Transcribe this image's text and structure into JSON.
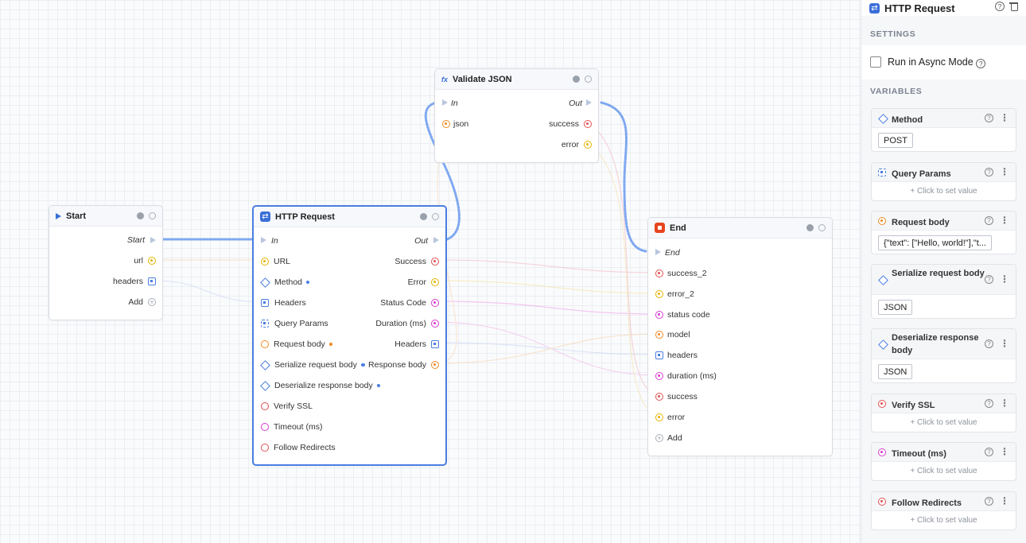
{
  "canvas": {
    "nodes": {
      "start": {
        "title": "Start",
        "ports": {
          "start": "Start",
          "url": "url",
          "headers": "headers",
          "add": "Add"
        }
      },
      "http": {
        "title": "HTTP Request",
        "inputs": {
          "in": "In",
          "url": "URL",
          "method": "Method",
          "headers": "Headers",
          "query_params": "Query Params",
          "request_body": "Request body",
          "serialize": "Serialize request body",
          "deserialize": "Deserialize response body",
          "verify_ssl": "Verify SSL",
          "timeout": "Timeout (ms)",
          "follow_redirects": "Follow Redirects"
        },
        "outputs": {
          "out": "Out",
          "success": "Success",
          "error": "Error",
          "status_code": "Status Code",
          "duration": "Duration (ms)",
          "headers": "Headers",
          "response_body": "Response body"
        }
      },
      "validate": {
        "title": "Validate JSON",
        "ports": {
          "in": "In",
          "out": "Out",
          "json": "json",
          "success": "success",
          "error": "error"
        }
      },
      "end": {
        "title": "End",
        "ports": {
          "end": "End",
          "success_2": "success_2",
          "error_2": "error_2",
          "status_code": "status code",
          "model": "model",
          "headers": "headers",
          "duration": "duration (ms)",
          "success": "success",
          "error": "error",
          "add": "Add"
        }
      }
    }
  },
  "panel": {
    "title": "HTTP Request",
    "settings_label": "SETTINGS",
    "async_label": "Run in Async Mode",
    "variables_label": "VARIABLES",
    "variables": [
      {
        "name": "Method",
        "value": "POST"
      },
      {
        "name": "Query Params",
        "placeholder": "+ Click to set value"
      },
      {
        "name": "Request body",
        "value": "{\"text\": [\"Hello, world!\"],\"t..."
      },
      {
        "name": "Serialize request body",
        "value": "JSON"
      },
      {
        "name": "Deserialize response body",
        "value": "JSON"
      },
      {
        "name": "Verify SSL",
        "placeholder": "+ Click to set value"
      },
      {
        "name": "Timeout (ms)",
        "placeholder": "+ Click to set value"
      },
      {
        "name": "Follow Redirects",
        "placeholder": "+ Click to set value"
      }
    ]
  },
  "colors": {
    "accent": "#4a7ee0",
    "selected_border": "#4a7ee0",
    "end_icon": "#e8451e"
  }
}
